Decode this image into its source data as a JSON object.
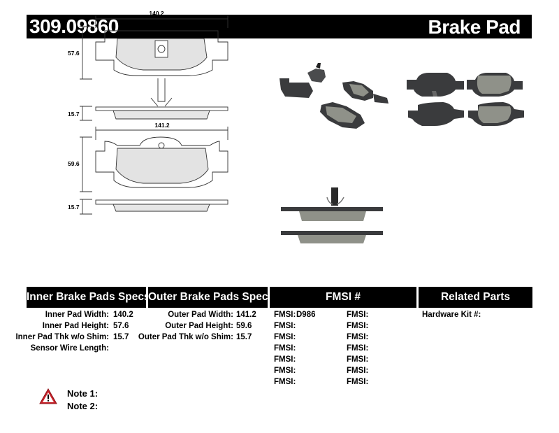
{
  "header": {
    "part_number": "309.09860",
    "product_type": "Brake Pad"
  },
  "drawing": {
    "inner_width_dim": "140.2",
    "inner_height_dim": "57.6",
    "inner_thickness_dim": "15.7",
    "outer_width_dim": "141.2",
    "outer_height_dim": "59.6",
    "outer_thickness_dim": "15.7"
  },
  "sections": {
    "inner_title": "Inner Brake Pads Specs",
    "outer_title": "Outer Brake Pads Specs",
    "fmsi_title": "FMSI #",
    "related_title": "Related Parts"
  },
  "inner_specs": [
    {
      "label": "Inner Pad Width:",
      "value": "140.2"
    },
    {
      "label": "Inner Pad Height:",
      "value": "57.6"
    },
    {
      "label": "Inner Pad Thk w/o Shim:",
      "value": "15.7"
    },
    {
      "label": "Sensor Wire Length:",
      "value": ""
    }
  ],
  "outer_specs": [
    {
      "label": "Outer Pad Width:",
      "value": "141.2"
    },
    {
      "label": "Outer Pad Height:",
      "value": "59.6"
    },
    {
      "label": "Outer Pad Thk w/o Shim:",
      "value": "15.7"
    }
  ],
  "fmsi_left": [
    {
      "label": "FMSI:",
      "value": "D986"
    },
    {
      "label": "FMSI:",
      "value": ""
    },
    {
      "label": "FMSI:",
      "value": ""
    },
    {
      "label": "FMSI:",
      "value": ""
    },
    {
      "label": "FMSI:",
      "value": ""
    },
    {
      "label": "FMSI:",
      "value": ""
    },
    {
      "label": "FMSI:",
      "value": ""
    }
  ],
  "fmsi_right": [
    {
      "label": "FMSI:",
      "value": ""
    },
    {
      "label": "FMSI:",
      "value": ""
    },
    {
      "label": "FMSI:",
      "value": ""
    },
    {
      "label": "FMSI:",
      "value": ""
    },
    {
      "label": "FMSI:",
      "value": ""
    },
    {
      "label": "FMSI:",
      "value": ""
    },
    {
      "label": "FMSI:",
      "value": ""
    }
  ],
  "related": {
    "hardware_kit_label": "Hardware Kit #:",
    "hardware_kit_value": ""
  },
  "notes": {
    "note1": "Note 1:",
    "note2": "Note 2:"
  },
  "colors": {
    "header_bg": "#000000",
    "pad_material": "#8f9189",
    "backing_plate": "#3a3b3d",
    "warning_red": "#c8232b"
  }
}
